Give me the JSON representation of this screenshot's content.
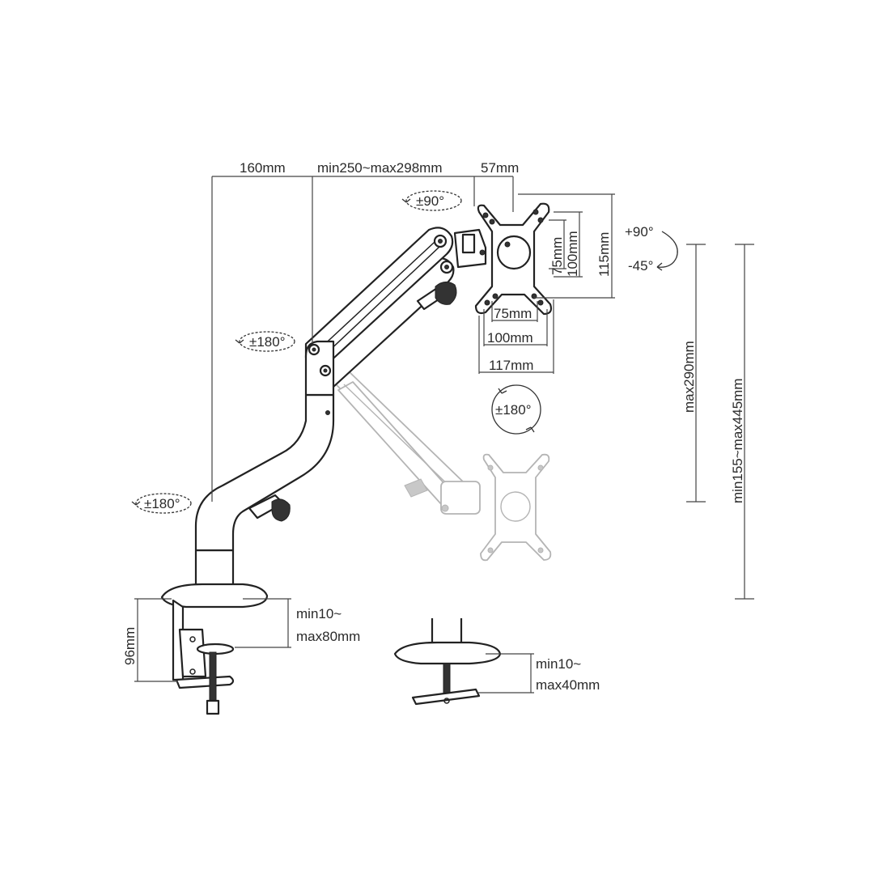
{
  "dimensions": {
    "base_offset": "160mm",
    "arm_length": "min250~max298mm",
    "head_depth": "57mm",
    "vesa_h_75": "75mm",
    "vesa_h_100": "100mm",
    "plate_h_117": "117mm",
    "vesa_v_75": "75mm",
    "vesa_v_100": "100mm",
    "plate_v_115": "115mm",
    "height_travel": "max290mm",
    "height_range": "min155~max445mm",
    "clamp_height": "96mm",
    "clamp_desk_min": "min10~",
    "clamp_desk_max": "max80mm",
    "grommet_desk_min": "min10~",
    "grommet_desk_max": "max40mm"
  },
  "rotations": {
    "head_tilt": "±90°",
    "tilt_up": "+90°",
    "tilt_down": "-45°",
    "arm_swivel": "±180°",
    "pole_swivel": "±180°",
    "screen_rotation": "±180°"
  }
}
